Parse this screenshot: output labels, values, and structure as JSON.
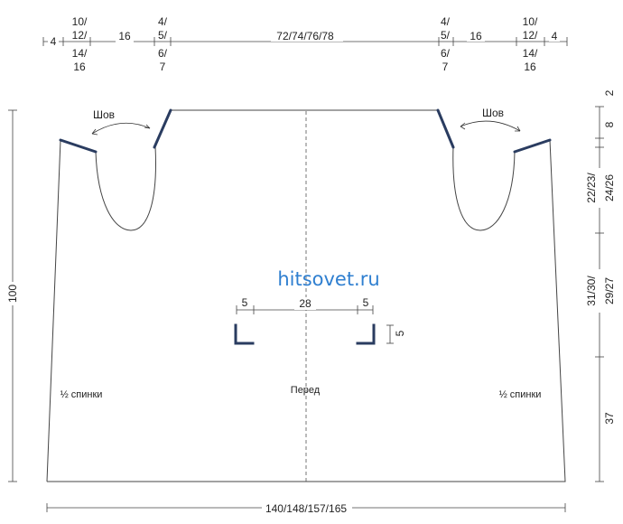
{
  "top_dimensions": {
    "left": [
      "4",
      "10/",
      "12/",
      "14/",
      "16",
      "16",
      "4/",
      "5/",
      "6/",
      "7"
    ],
    "center": "72/74/76/78",
    "right": [
      "4/",
      "5/",
      "6/",
      "7",
      "16",
      "10/",
      "12/",
      "14/",
      "16",
      "4"
    ]
  },
  "right_dimensions": [
    "2",
    "8",
    "22/23/",
    "24/26",
    "31/30/",
    "29/27",
    "37"
  ],
  "left_dimension": "100",
  "bottom_dimension": "140/148/157/165",
  "labels": {
    "seam_left": "Шов",
    "seam_right": "Шов",
    "half_back_left": "½ спинки",
    "half_back_right": "½ спинки",
    "front": "Перед"
  },
  "pocket_dimensions": {
    "left": "5",
    "center": "28",
    "right": "5",
    "height": "5"
  },
  "watermark": "hitsovet.ru"
}
